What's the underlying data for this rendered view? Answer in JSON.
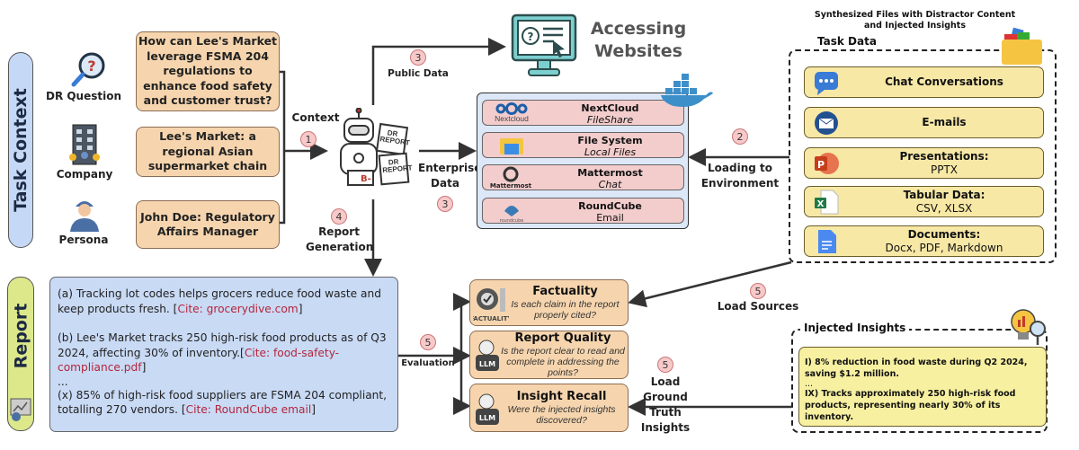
{
  "task_context": {
    "title": "Task Context",
    "items": [
      {
        "label": "DR Question",
        "icon": "magnifier-question-icon",
        "text": "How can Lee's Market leverage FSMA 204 regulations to enhance food safety and customer trust?"
      },
      {
        "label": "Company",
        "icon": "building-icon",
        "text": "Lee's Market: a regional Asian supermarket chain"
      },
      {
        "label": "Persona",
        "icon": "person-icon",
        "text": "John Doe: Regulatory Affairs Manager"
      }
    ],
    "context_label": "Context",
    "context_step": "1"
  },
  "agent": {
    "icon": "robot-drbench-icon",
    "report_labels": [
      "DR REPORT",
      "DR REPORT"
    ]
  },
  "public_data": {
    "step": "3",
    "label": "Public Data",
    "target": "Accessing Websites"
  },
  "enterprise_data": {
    "step": "3",
    "label": "Enterprise Data"
  },
  "environment": {
    "apps": [
      {
        "logo": "Nextcloud",
        "name": "NextCloud",
        "desc": "FileShare",
        "italic": true
      },
      {
        "logo": "",
        "name": "File System",
        "desc": "Local Files",
        "italic": true
      },
      {
        "logo": "Mattermost",
        "name": "Mattermost",
        "desc": "Chat",
        "italic": true
      },
      {
        "logo": "roundcube",
        "name": "RoundCube",
        "desc": "Email",
        "italic": false
      }
    ]
  },
  "loading": {
    "step": "2",
    "label": "Loading to Environment"
  },
  "task_data": {
    "caption": "Synthesized Files with Distractor Content and Injected Insights",
    "title": "Task Data",
    "items": [
      {
        "title": "Chat Conversations",
        "sub": "",
        "icon": "chat-icon"
      },
      {
        "title": "E-mails",
        "sub": "",
        "icon": "email-icon"
      },
      {
        "title": "Presentations:",
        "sub": "PPTX",
        "icon": "powerpoint-icon"
      },
      {
        "title": "Tabular Data:",
        "sub": "CSV, XLSX",
        "icon": "excel-icon"
      },
      {
        "title": "Documents:",
        "sub": "Docx, PDF, Markdown",
        "icon": "docs-icon"
      }
    ]
  },
  "report_generation": {
    "step": "4",
    "label": "Report Generation"
  },
  "report": {
    "title": "Report",
    "a_text": "(a) Tracking lot codes helps grocers reduce food waste and keep products fresh. [",
    "a_cite": "Cite: grocerydive.com",
    "b_text": "(b) Lee's Market tracks 250 high-risk food products as of Q3 2024, affecting 30% of inventory.[",
    "b_cite": "Cite: food-safety-compliance.pdf",
    "ellipsis": "...",
    "x_text": "(x) 85% of high-risk food suppliers are FSMA 204 compliant, totalling 270 vendors. [",
    "x_cite": "Cite: RoundCube email",
    "close": "]"
  },
  "evaluation": {
    "step": "5",
    "label": "Evaluation",
    "metrics": [
      {
        "title": "Factuality",
        "question": "Is each claim in the report properly cited?",
        "icon_label": "FACTUALITY"
      },
      {
        "title": "Report Quality",
        "question": "Is the report clear to read and complete in addressing the points?",
        "icon_label": "LLM"
      },
      {
        "title": "Insight Recall",
        "question": "Were the injected insights discovered?",
        "icon_label": "LLM"
      }
    ]
  },
  "load_sources": {
    "step": "5",
    "label": "Load Sources"
  },
  "load_ground_truth": {
    "step": "5",
    "label": "Load Ground Truth Insights"
  },
  "injected_insights": {
    "title": "Injected Insights",
    "line1": "I) 8% reduction in food waste during Q2 2024, saving $1.2 million.",
    "ellipsis": "...",
    "line2": "IX) Tracks approximately 250 high-risk food products, representing nearly 30% of its inventory."
  },
  "colors": {
    "peach": "#f6d5ae",
    "env_blue": "#dce8f8",
    "env_row": "#f3cccc",
    "task_yellow": "#f7e8a6",
    "report_blue": "#c9daf5",
    "report_pill": "#dce88a",
    "cite": "#b3263a"
  }
}
